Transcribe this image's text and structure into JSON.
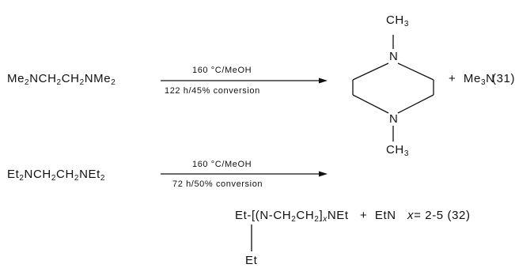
{
  "reaction31": {
    "reactant_prefix": "Me",
    "reactant_mid1": "NCH",
    "reactant_mid2": "CH",
    "reactant_mid3": "NMe",
    "sub2": "2",
    "cond_top": "160 °C/MeOH",
    "cond_bottom": "122 h/45% conversion",
    "ring_top_label": "CH",
    "ring_bottom_label": "CH",
    "ring_n_top": "N",
    "ring_n_bottom": "N",
    "sub3": "3",
    "plus": "+",
    "byproduct_prefix": "Me",
    "byproduct_suffix": "N",
    "eq_number": "(31)"
  },
  "reaction32": {
    "reactant_prefix": "Et",
    "reactant_mid1": "NCH",
    "reactant_mid2": "CH",
    "reactant_mid3": "NEt",
    "sub2": "2",
    "cond_top": "160 °C/MeOH",
    "cond_bottom": "72 h/50% conversion",
    "product_a": "Et-[(N-CH",
    "product_b": "CH",
    "product_c": "]",
    "product_x": "x",
    "product_d": "NEt",
    "plus": "+",
    "byproduct_prefix": "Et",
    "byproduct_suffix": "N",
    "x_label": "x",
    "x_range": "= 2-5",
    "eq_number": "(32)",
    "branch_label": "Et"
  }
}
